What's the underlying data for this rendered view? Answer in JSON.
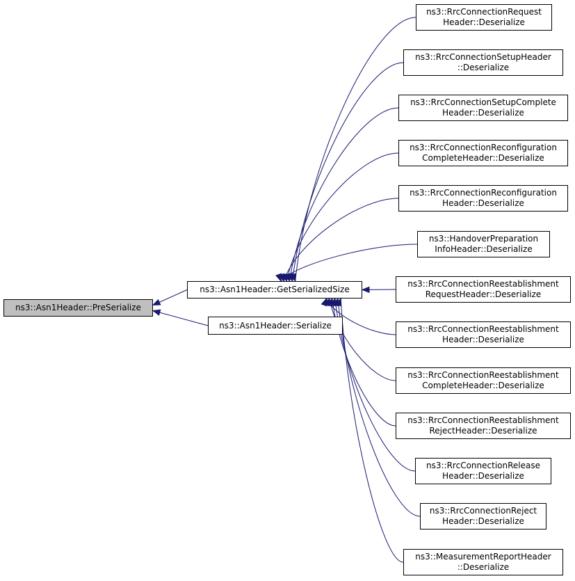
{
  "colors": {
    "edge": "#191970",
    "root_fill": "#bfbfbf",
    "node_fill": "#ffffff",
    "border": "#000000"
  },
  "nodes": {
    "pre_serialize": {
      "lines": [
        "ns3::Asn1Header::PreSerialize"
      ]
    },
    "get_serialized_size": {
      "lines": [
        "ns3::Asn1Header::GetSerializedSize"
      ]
    },
    "serialize": {
      "lines": [
        "ns3::Asn1Header::Serialize"
      ]
    },
    "rrc_connection_request": {
      "lines": [
        "ns3::RrcConnectionRequest",
        "Header::Deserialize"
      ]
    },
    "rrc_connection_setup": {
      "lines": [
        "ns3::RrcConnectionSetupHeader",
        "::Deserialize"
      ]
    },
    "rrc_connection_setup_complete": {
      "lines": [
        "ns3::RrcConnectionSetupComplete",
        "Header::Deserialize"
      ]
    },
    "rrc_connection_reconfiguration_complete": {
      "lines": [
        "ns3::RrcConnectionReconfiguration",
        "CompleteHeader::Deserialize"
      ]
    },
    "rrc_connection_reconfiguration": {
      "lines": [
        "ns3::RrcConnectionReconfiguration",
        "Header::Deserialize"
      ]
    },
    "handover_preparation_info": {
      "lines": [
        "ns3::HandoverPreparation",
        "InfoHeader::Deserialize"
      ]
    },
    "rrc_connection_reestablishment_request": {
      "lines": [
        "ns3::RrcConnectionReestablishment",
        "RequestHeader::Deserialize"
      ]
    },
    "rrc_connection_reestablishment": {
      "lines": [
        "ns3::RrcConnectionReestablishment",
        "Header::Deserialize"
      ]
    },
    "rrc_connection_reestablishment_complete": {
      "lines": [
        "ns3::RrcConnectionReestablishment",
        "CompleteHeader::Deserialize"
      ]
    },
    "rrc_connection_reestablishment_reject": {
      "lines": [
        "ns3::RrcConnectionReestablishment",
        "RejectHeader::Deserialize"
      ]
    },
    "rrc_connection_release": {
      "lines": [
        "ns3::RrcConnectionRelease",
        "Header::Deserialize"
      ]
    },
    "rrc_connection_reject": {
      "lines": [
        "ns3::RrcConnectionReject",
        "Header::Deserialize"
      ]
    },
    "measurement_report": {
      "lines": [
        "ns3::MeasurementReportHeader",
        "::Deserialize"
      ]
    }
  },
  "edges": [
    {
      "from": "get_serialized_size",
      "to": "pre_serialize"
    },
    {
      "from": "serialize",
      "to": "pre_serialize"
    },
    {
      "from": "rrc_connection_request",
      "to": "get_serialized_size"
    },
    {
      "from": "rrc_connection_setup",
      "to": "get_serialized_size"
    },
    {
      "from": "rrc_connection_setup_complete",
      "to": "get_serialized_size"
    },
    {
      "from": "rrc_connection_reconfiguration_complete",
      "to": "get_serialized_size"
    },
    {
      "from": "rrc_connection_reconfiguration",
      "to": "get_serialized_size"
    },
    {
      "from": "handover_preparation_info",
      "to": "get_serialized_size"
    },
    {
      "from": "rrc_connection_reestablishment_request",
      "to": "get_serialized_size"
    },
    {
      "from": "rrc_connection_reestablishment",
      "to": "get_serialized_size"
    },
    {
      "from": "rrc_connection_reestablishment_complete",
      "to": "get_serialized_size"
    },
    {
      "from": "rrc_connection_reestablishment_reject",
      "to": "get_serialized_size"
    },
    {
      "from": "rrc_connection_release",
      "to": "get_serialized_size"
    },
    {
      "from": "rrc_connection_reject",
      "to": "get_serialized_size"
    },
    {
      "from": "measurement_report",
      "to": "get_serialized_size"
    }
  ]
}
